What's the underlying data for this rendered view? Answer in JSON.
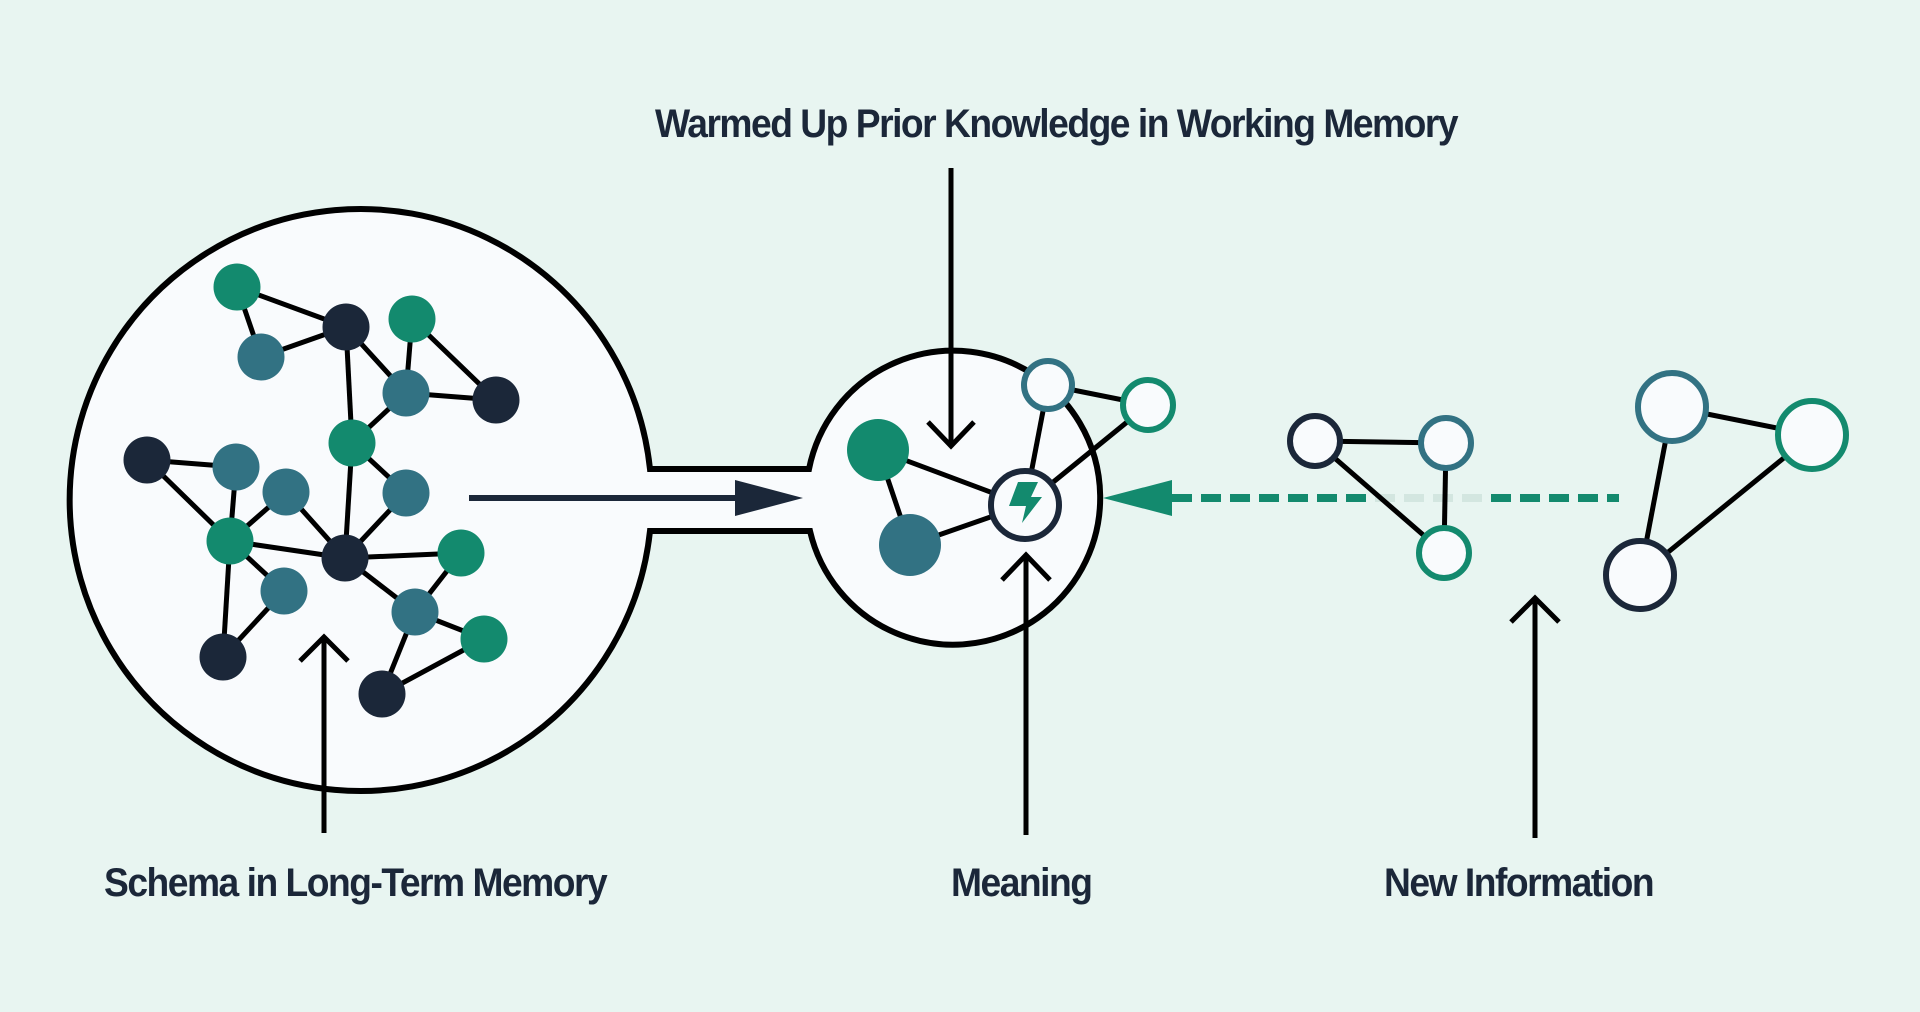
{
  "diagram": {
    "title": "Warmed Up Prior Knowledge in Working Memory",
    "labels": {
      "schema": "Schema in Long-Term Memory",
      "meaning": "Meaning",
      "new_information": "New Information"
    },
    "colors": {
      "background": "#e8f5f1",
      "container_fill": "#f9fbfd",
      "outline": "#000000",
      "green": "#138a6e",
      "teal": "#327283",
      "navy": "#1b2739",
      "dash_faded": "#d3e6e0"
    },
    "icons": {
      "meaning_node": "lightning-bolt-icon"
    },
    "groups": {
      "long_term_memory": {
        "name": "Schema in Long-Term Memory",
        "node_style": "filled",
        "nodes": [
          {
            "id": "g1",
            "color": "green"
          },
          {
            "id": "t1",
            "color": "teal"
          },
          {
            "id": "d1",
            "color": "navy"
          },
          {
            "id": "g2",
            "color": "green"
          },
          {
            "id": "t2",
            "color": "teal"
          },
          {
            "id": "d2",
            "color": "navy"
          },
          {
            "id": "g3",
            "color": "green"
          },
          {
            "id": "d3",
            "color": "navy"
          },
          {
            "id": "t3",
            "color": "teal"
          },
          {
            "id": "t4",
            "color": "teal"
          },
          {
            "id": "t5",
            "color": "teal"
          },
          {
            "id": "g4",
            "color": "green"
          },
          {
            "id": "d4",
            "color": "navy"
          },
          {
            "id": "g5",
            "color": "green"
          },
          {
            "id": "t6",
            "color": "teal"
          },
          {
            "id": "t7",
            "color": "teal"
          },
          {
            "id": "g6",
            "color": "green"
          },
          {
            "id": "d6",
            "color": "navy"
          },
          {
            "id": "d7",
            "color": "navy"
          }
        ],
        "edges": [
          [
            "g1",
            "d1"
          ],
          [
            "g1",
            "t1"
          ],
          [
            "t1",
            "d1"
          ],
          [
            "d1",
            "t2"
          ],
          [
            "d1",
            "g3"
          ],
          [
            "g2",
            "t2"
          ],
          [
            "g2",
            "d2"
          ],
          [
            "t2",
            "d2"
          ],
          [
            "t2",
            "g3"
          ],
          [
            "g3",
            "t5"
          ],
          [
            "g3",
            "d4"
          ],
          [
            "d3",
            "t3"
          ],
          [
            "d3",
            "g4"
          ],
          [
            "t3",
            "g4"
          ],
          [
            "t4",
            "g4"
          ],
          [
            "t4",
            "d4"
          ],
          [
            "t5",
            "d4"
          ],
          [
            "g4",
            "d4"
          ],
          [
            "g4",
            "t6"
          ],
          [
            "g4",
            "d6"
          ],
          [
            "t6",
            "d6"
          ],
          [
            "d4",
            "g5"
          ],
          [
            "d4",
            "t7"
          ],
          [
            "g5",
            "t7"
          ],
          [
            "t7",
            "g6"
          ],
          [
            "t7",
            "d7"
          ],
          [
            "g6",
            "d7"
          ]
        ]
      },
      "working_memory": {
        "name": "Warmed Up Prior Knowledge in Working Memory",
        "nodes": [
          {
            "id": "wg",
            "color": "green",
            "style": "filled"
          },
          {
            "id": "wt",
            "color": "teal",
            "style": "filled"
          },
          {
            "id": "wm",
            "color": "navy",
            "style": "outline",
            "icon": "lightning-bolt-icon",
            "role": "Meaning"
          },
          {
            "id": "wo1",
            "color": "teal",
            "style": "outline"
          },
          {
            "id": "wo2",
            "color": "green",
            "style": "outline"
          }
        ],
        "edges": [
          [
            "wg",
            "wt"
          ],
          [
            "wg",
            "wm"
          ],
          [
            "wt",
            "wm"
          ],
          [
            "wm",
            "wo1"
          ],
          [
            "wm",
            "wo2"
          ],
          [
            "wo1",
            "wo2"
          ]
        ]
      },
      "new_information": {
        "name": "New Information",
        "node_style": "outline",
        "nodes": [
          {
            "id": "n1",
            "color": "navy"
          },
          {
            "id": "n2",
            "color": "teal"
          },
          {
            "id": "n3",
            "color": "green"
          },
          {
            "id": "n4",
            "color": "teal"
          },
          {
            "id": "n5",
            "color": "green"
          },
          {
            "id": "n6",
            "color": "navy"
          }
        ],
        "edges": [
          [
            "n1",
            "n2"
          ],
          [
            "n1",
            "n3"
          ],
          [
            "n2",
            "n3"
          ],
          [
            "n4",
            "n5"
          ],
          [
            "n4",
            "n6"
          ],
          [
            "n5",
            "n6"
          ]
        ]
      }
    },
    "flows": [
      {
        "from": "long_term_memory",
        "to": "working_memory",
        "style": "solid",
        "color": "navy"
      },
      {
        "from": "new_information",
        "to": "working_memory",
        "style": "dashed",
        "color": "green"
      }
    ]
  }
}
